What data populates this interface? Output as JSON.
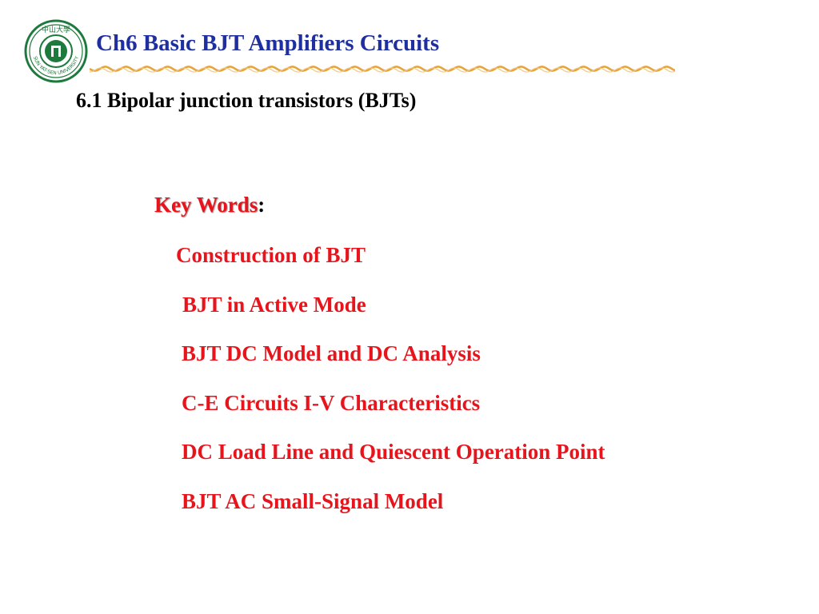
{
  "header": {
    "chapter_title": "Ch6 Basic BJT Amplifiers Circuits",
    "logo_top_text": "中山大學",
    "logo_ring_text": "SUN YAT-SEN UNIVERSITY",
    "title_color": "#1f2fa0",
    "logo_color": "#1e7a3c",
    "rule_color": "#e8a33a"
  },
  "section": {
    "title": "6.1 Bipolar junction transistors (BJTs)"
  },
  "key_words": {
    "label": "Key Words",
    "colon": ":",
    "color": "#e8141b",
    "items": [
      "Construction of BJT",
      "BJT in Active Mode",
      "BJT DC Model and DC Analysis",
      "C-E Circuits I-V Characteristics",
      "DC Load Line and Quiescent Operation Point",
      "BJT AC Small-Signal Model"
    ]
  }
}
